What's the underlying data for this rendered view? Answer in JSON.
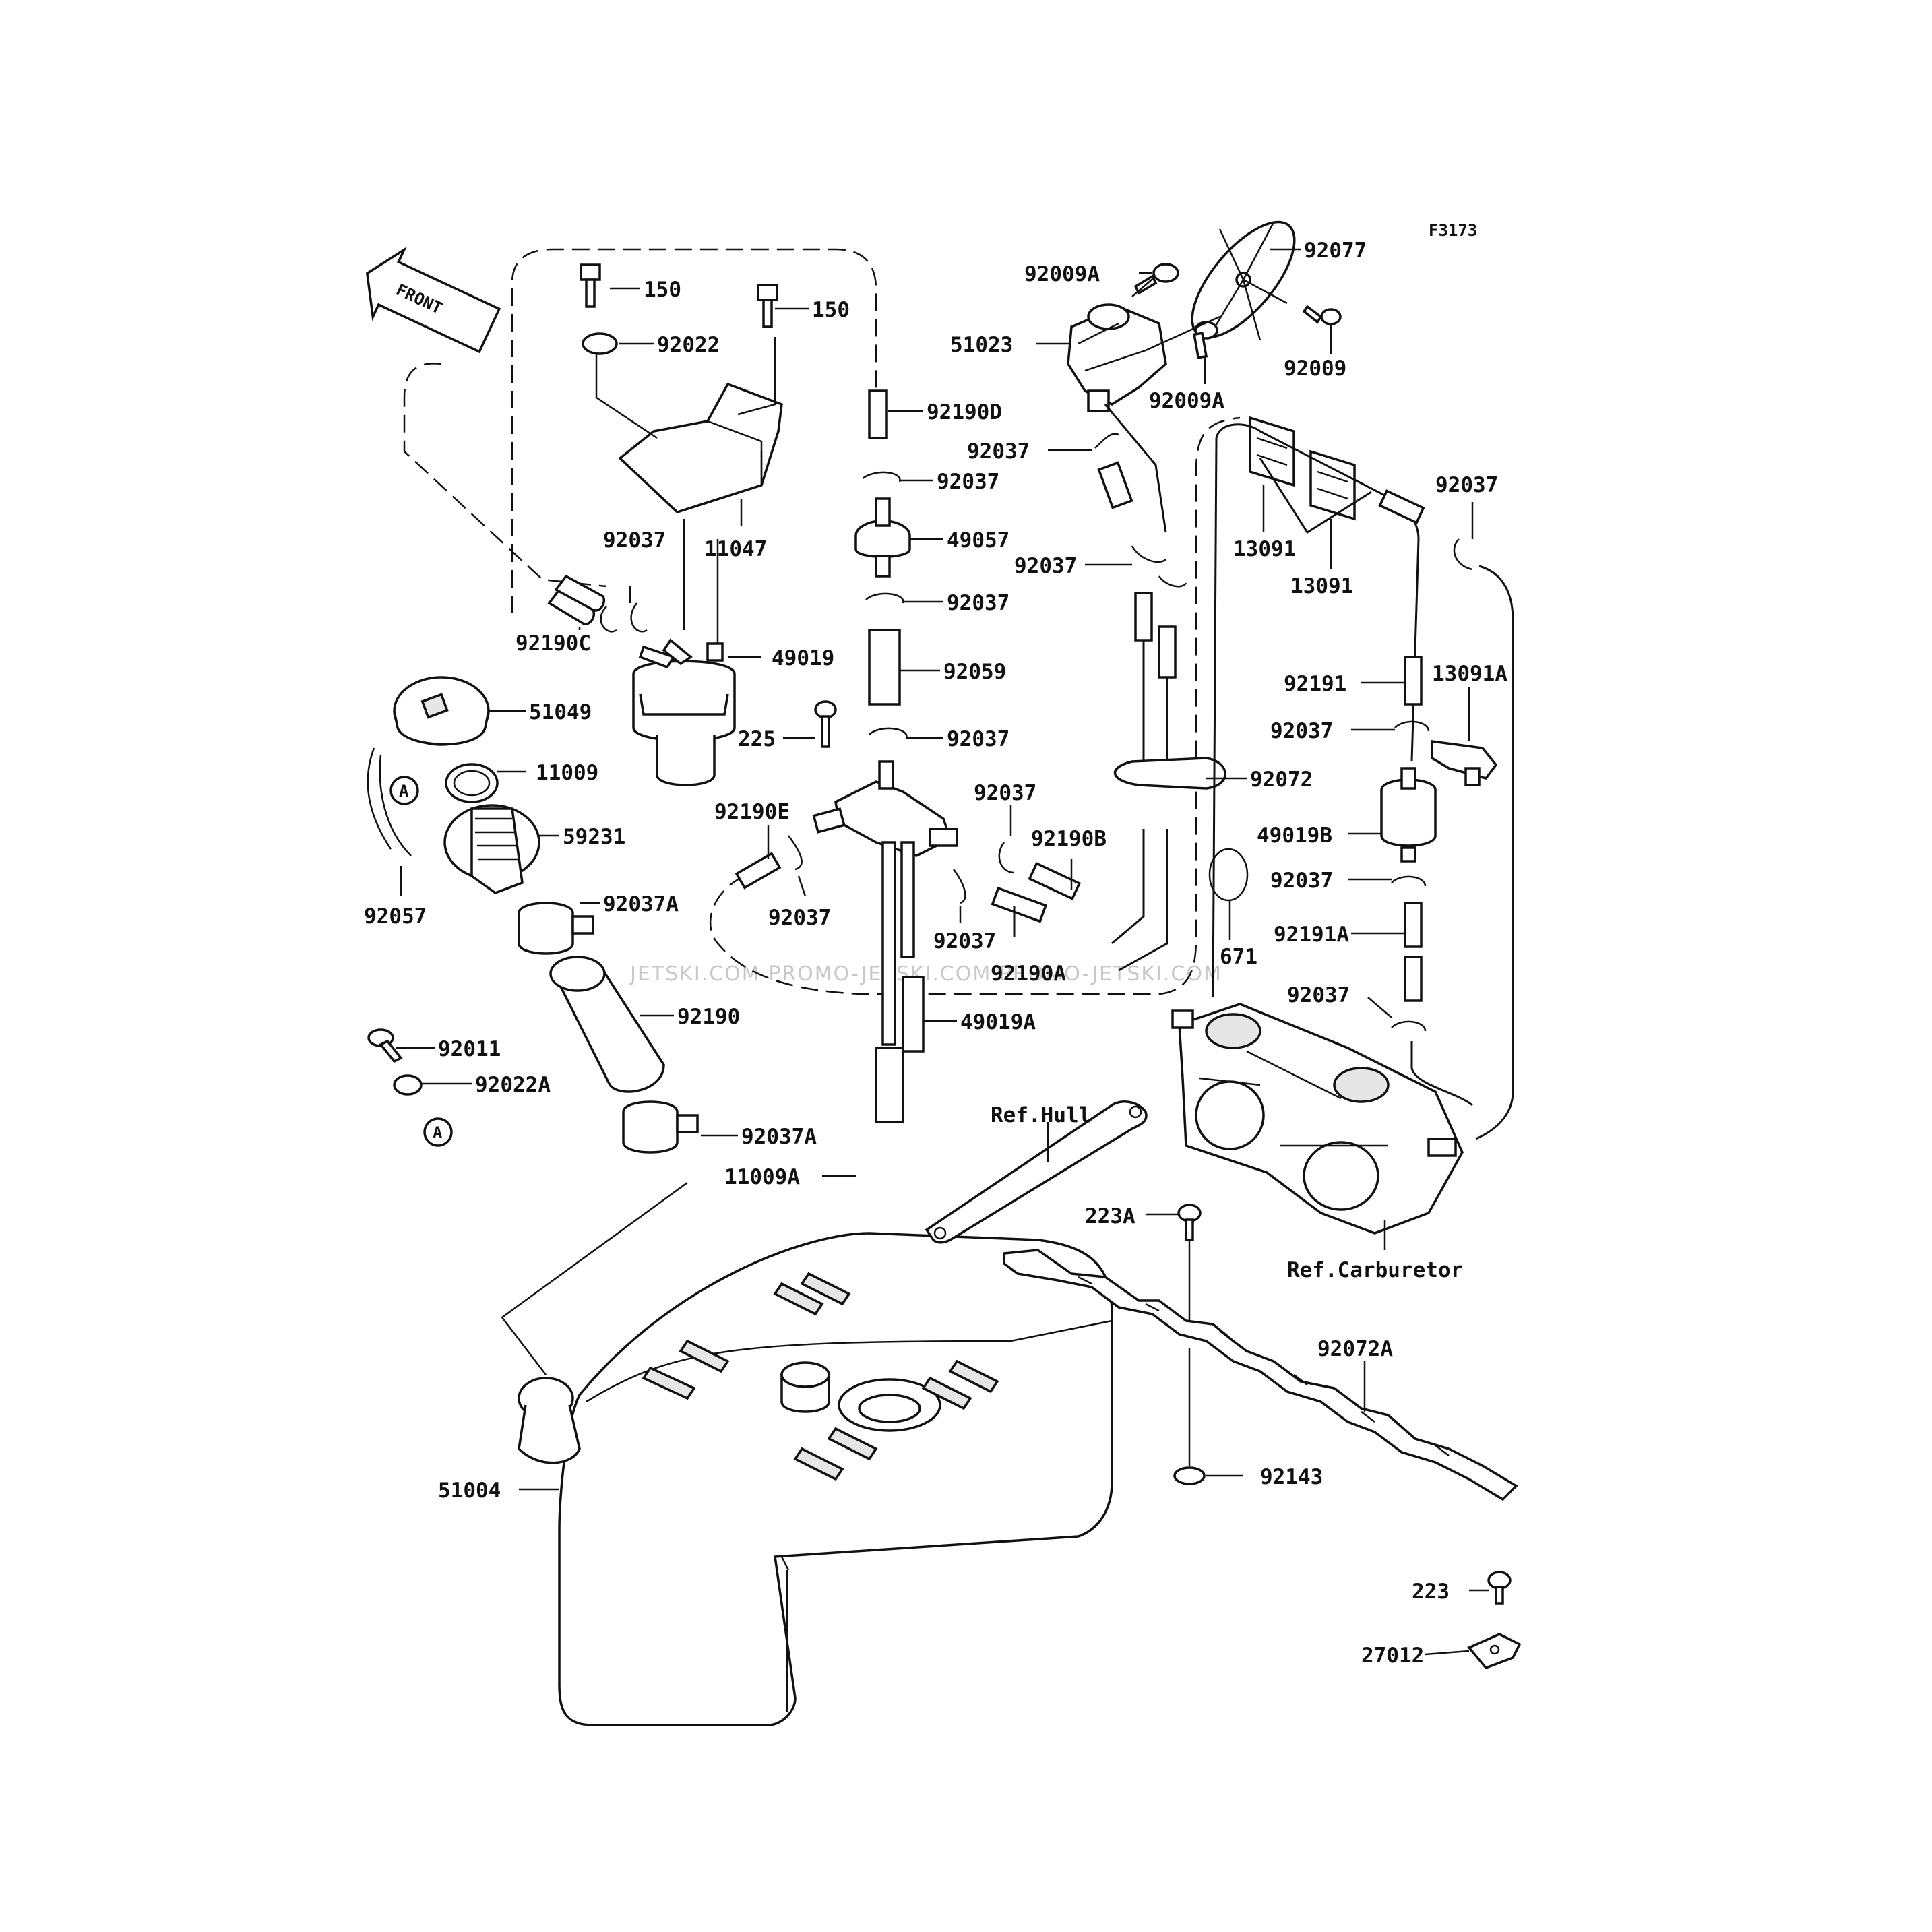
{
  "figure_code": "F3173",
  "front_badge": "FRONT",
  "watermark": "JETSKI.COM  PROMO-JETSKI.COM  PROMO-JETSKI.COM",
  "callout_letter": "A",
  "labels": {
    "l150a": "150",
    "l150b": "150",
    "l92022": "92022",
    "l11047": "11047",
    "l92037_a": "92037",
    "l92190c": "92190C",
    "l49019": "49019",
    "l51049": "51049",
    "l11009": "11009",
    "l59231": "59231",
    "l92057": "92057",
    "l92037a_a": "92037A",
    "l92190": "92190",
    "l92011": "92011",
    "l92022a": "92022A",
    "l92037a_b": "92037A",
    "l11009a": "11009A",
    "l51004": "51004",
    "l92190d": "92190D",
    "l92037_b": "92037",
    "l49057": "49057",
    "l92037_c": "92037",
    "l92059": "92059",
    "l225": "225",
    "l92037_d": "92037",
    "l92190e": "92190E",
    "l92037_e": "92037",
    "l92037_f": "92037",
    "l92037_g": "92037",
    "l92190b": "92190B",
    "l92190a": "92190A",
    "l49019a": "49019A",
    "l92009a_a": "92009A",
    "l92077": "92077",
    "l51023": "51023",
    "l92009": "92009",
    "l92009a_b": "92009A",
    "l92037_h": "92037",
    "l92037_i": "92037",
    "l13091a": "13091",
    "l13091b": "13091",
    "l92037_j": "92037",
    "l92072": "92072",
    "l671": "671",
    "l92191": "92191",
    "l13091A": "13091A",
    "l92037_k": "92037",
    "l49019b": "49019B",
    "l92037_l": "92037",
    "l92191a": "92191A",
    "l92037_m": "92037",
    "l_ref_hull": "Ref.Hull",
    "l_ref_carb": "Ref.Carburetor",
    "l223a": "223A",
    "l92072a": "92072A",
    "l92143": "92143",
    "l223": "223",
    "l27012": "27012"
  }
}
